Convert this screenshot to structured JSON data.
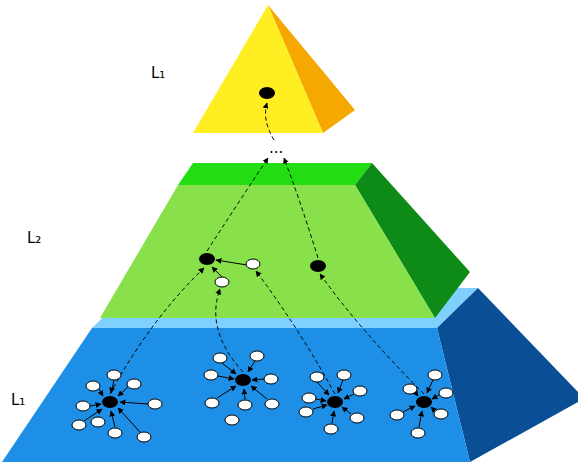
{
  "diagram": {
    "labels": [
      "L₁",
      "L₂",
      "L₁",
      "..."
    ]
  }
}
